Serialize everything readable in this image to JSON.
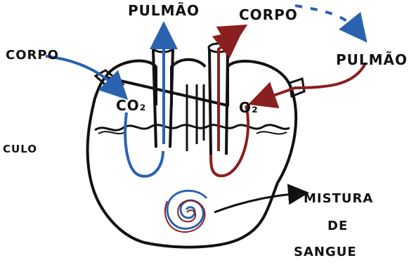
{
  "labels": {
    "pulmao_top": "PULMÃO",
    "corpo_top": "CORPO",
    "corpo_left": "CORPO",
    "pulmao_right": "PULMÃO",
    "co2": "CO₂",
    "o2": "O₂",
    "culo": "CULO",
    "mistura_line1": "MISTURA",
    "mistura_line2": "DE",
    "mistura_line3": "SANGUE"
  },
  "colors": {
    "ink": "#111111",
    "venous_blue": "#2a62b0",
    "arterial_red": "#8a1f1f"
  }
}
